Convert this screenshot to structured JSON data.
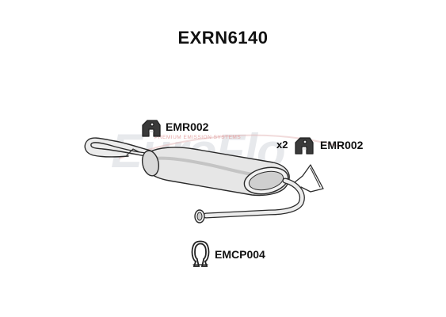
{
  "title": "EXRN6140",
  "watermark": {
    "brand": "EuroFlo",
    "tagline": "PREMIUM EMISSION SYSTEMS"
  },
  "parts": {
    "mount_1": {
      "code": "EMR002",
      "icon": "rubber-mount-icon"
    },
    "mount_2": {
      "code": "EMR002",
      "quantity": "x2",
      "icon": "rubber-mount-icon"
    },
    "clamp": {
      "code": "EMCP004",
      "icon": "pipe-clamp-icon"
    },
    "exhaust": {
      "icon": "rear-silencer-icon"
    }
  },
  "colors": {
    "line": "#2b2b2b",
    "part_fill": "#e6e6e6",
    "shade": "#b5b5b5",
    "watermark": "#d5d8de",
    "watermark_accent": "#e4a7a7"
  }
}
